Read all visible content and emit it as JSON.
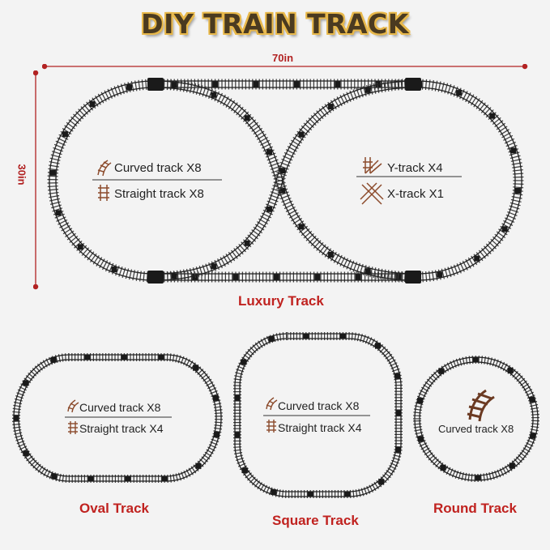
{
  "title": "DIY TRAIN TRACK",
  "dimensions": {
    "width": "70in",
    "height": "30in"
  },
  "luxury": {
    "caption": "Luxury Track",
    "left_items": [
      "Curved track X8",
      "Straight track X8"
    ],
    "right_items": [
      "Y-track X4",
      "X-track X1"
    ]
  },
  "oval": {
    "caption": "Oval Track",
    "items": [
      "Curved track X8",
      "Straight track X4"
    ]
  },
  "square": {
    "caption": "Square Track",
    "items": [
      "Curved track X8",
      "Straight track X4"
    ]
  },
  "round": {
    "caption": "Round Track",
    "items": [
      "Curved track X8"
    ]
  },
  "colors": {
    "accent": "#c0221f",
    "dimension_line": "#b22222",
    "track": "#2a2a2a",
    "icon": "#8b4a2b",
    "title_fill": "#4a3a20",
    "title_outline": "#e8b84a"
  },
  "icons": [
    "curved-track-icon",
    "straight-track-icon",
    "y-track-icon",
    "x-track-icon"
  ]
}
